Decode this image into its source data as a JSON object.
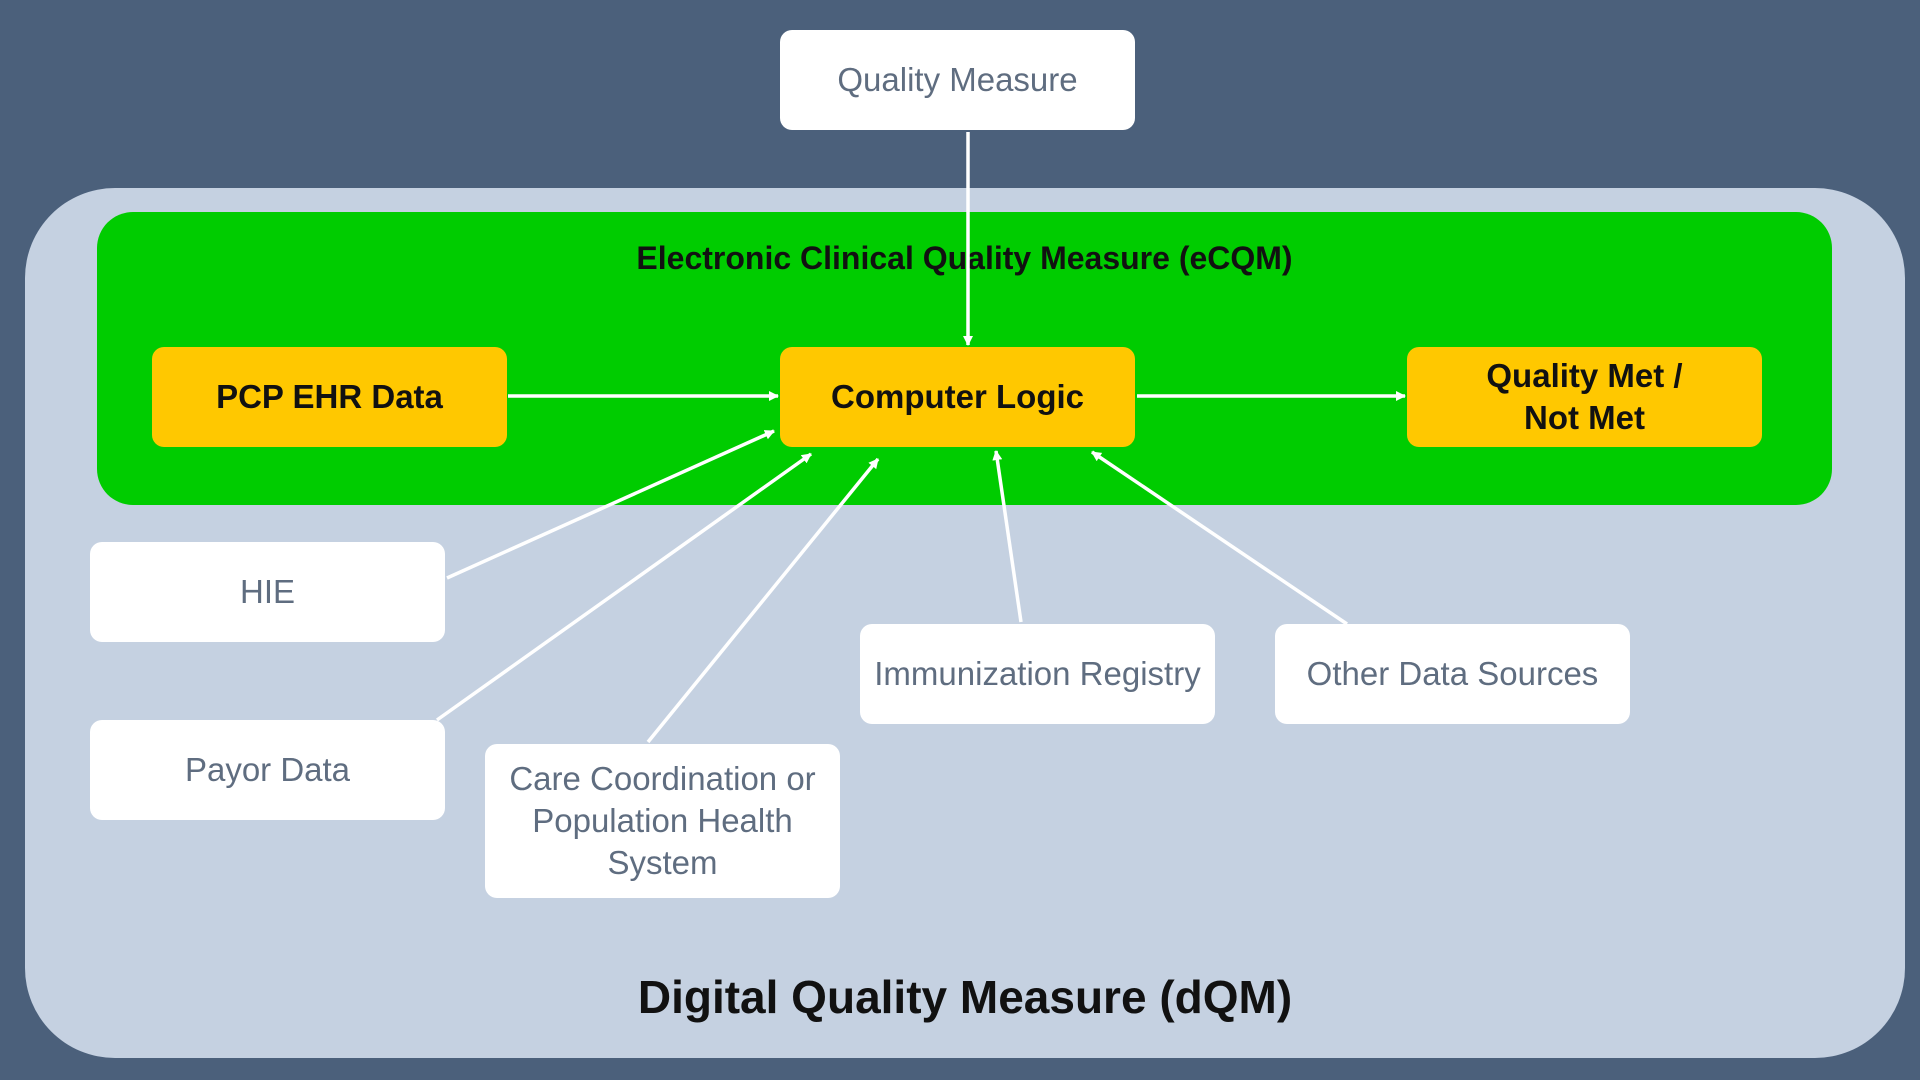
{
  "diagram": {
    "outer_panel_label": "Digital Quality Measure (dQM)",
    "inner_panel_label": "Electronic Clinical Quality Measure (eCQM)",
    "nodes": {
      "quality_measure": "Quality Measure",
      "pcp_ehr_data": "PCP EHR Data",
      "computer_logic": "Computer Logic",
      "quality_met_line1": "Quality Met /",
      "quality_met_line2": "Not Met",
      "hie": "HIE",
      "payor_data": "Payor Data",
      "care_coordination_line1": "Care Coordination or",
      "care_coordination_line2": "Population Health",
      "care_coordination_line3": "System",
      "immunization_registry": "Immunization Registry",
      "other_data_sources": "Other Data Sources"
    },
    "edges": [
      {
        "from": "Quality Measure",
        "to": "Computer Logic"
      },
      {
        "from": "PCP EHR Data",
        "to": "Computer Logic"
      },
      {
        "from": "Computer Logic",
        "to": "Quality Met / Not Met"
      },
      {
        "from": "HIE",
        "to": "Computer Logic"
      },
      {
        "from": "Payor Data",
        "to": "Computer Logic"
      },
      {
        "from": "Care Coordination or Population Health System",
        "to": "Computer Logic"
      },
      {
        "from": "Immunization Registry",
        "to": "Computer Logic"
      },
      {
        "from": "Other Data Sources",
        "to": "Computer Logic"
      }
    ],
    "colors": {
      "background": "#4b607b",
      "outer_panel": "#c5d1e1",
      "inner_panel": "#00cc00",
      "logic_boxes": "#ffc800",
      "source_boxes": "#ffffff",
      "arrows": "#ffffff"
    }
  }
}
